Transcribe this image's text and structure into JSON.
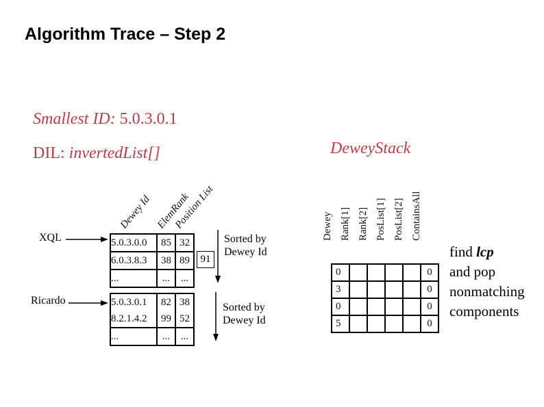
{
  "page": {
    "title": "Algorithm Trace – Step 2"
  },
  "colors": {
    "accent_red": "#c33b44",
    "ink": "#000000"
  },
  "smallest_id": {
    "label": "Smallest ID:",
    "value": "5.0.3.0.1"
  },
  "dil": {
    "label": "DIL:",
    "value": "invertedList[]"
  },
  "dewey_stack_title": "DeweyStack",
  "xql": {
    "source_label": "XQL",
    "column_headers": [
      "Dewey Id",
      "ElemRank",
      "Position List"
    ],
    "rows": [
      [
        "5.0.3.0.0",
        "85",
        "32"
      ],
      [
        "6.0.3.8.3",
        "38",
        "89"
      ],
      [
        "...",
        "...",
        "..."
      ]
    ],
    "overflow_cell": "91",
    "sort_note": {
      "line1": "Sorted by",
      "line2": "Dewey Id"
    }
  },
  "ricardo": {
    "source_label": "Ricardo",
    "rows": [
      [
        "5.0.3.0.1",
        "82",
        "38"
      ],
      [
        "8.2.1.4.2",
        "99",
        "52"
      ],
      [
        "...",
        "...",
        "..."
      ]
    ],
    "sort_note": {
      "line1": "Sorted by",
      "line2": "Dewey Id"
    }
  },
  "stack": {
    "column_headers": [
      "Dewey",
      "Rank[1]",
      "Rank[2]",
      "PosList[1]",
      "PosList[2]",
      "ContainsAll"
    ],
    "rows": [
      [
        "0",
        "",
        "",
        "",
        "",
        "0"
      ],
      [
        "3",
        "",
        "",
        "",
        "",
        "0"
      ],
      [
        "0",
        "",
        "",
        "",
        "",
        "0"
      ],
      [
        "5",
        "",
        "",
        "",
        "",
        "0"
      ]
    ]
  },
  "note": {
    "line1_prefix": "find ",
    "line1_emph": "lcp",
    "line2": "and pop",
    "line3": "nonmatching",
    "line4": "components"
  }
}
